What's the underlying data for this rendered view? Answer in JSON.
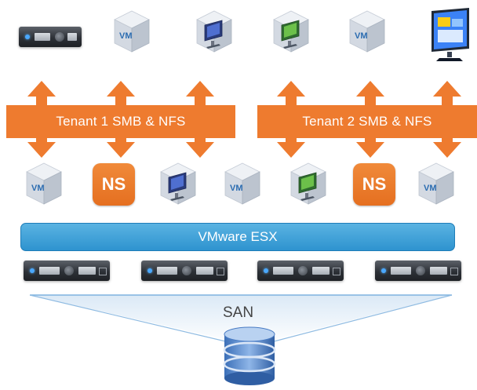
{
  "tenants": [
    {
      "label": "Tenant 1 SMB & NFS"
    },
    {
      "label": "Tenant 2 SMB & NFS"
    }
  ],
  "hypervisor": {
    "label": "VMware ESX"
  },
  "storage": {
    "label": "SAN"
  },
  "ns_label": "NS",
  "vm_label": "VM",
  "colors": {
    "orange": "#ee7b2f",
    "esx_blue": "#3aa0d8",
    "cube": "#cfd5de",
    "server_dark": "#2d3137"
  }
}
